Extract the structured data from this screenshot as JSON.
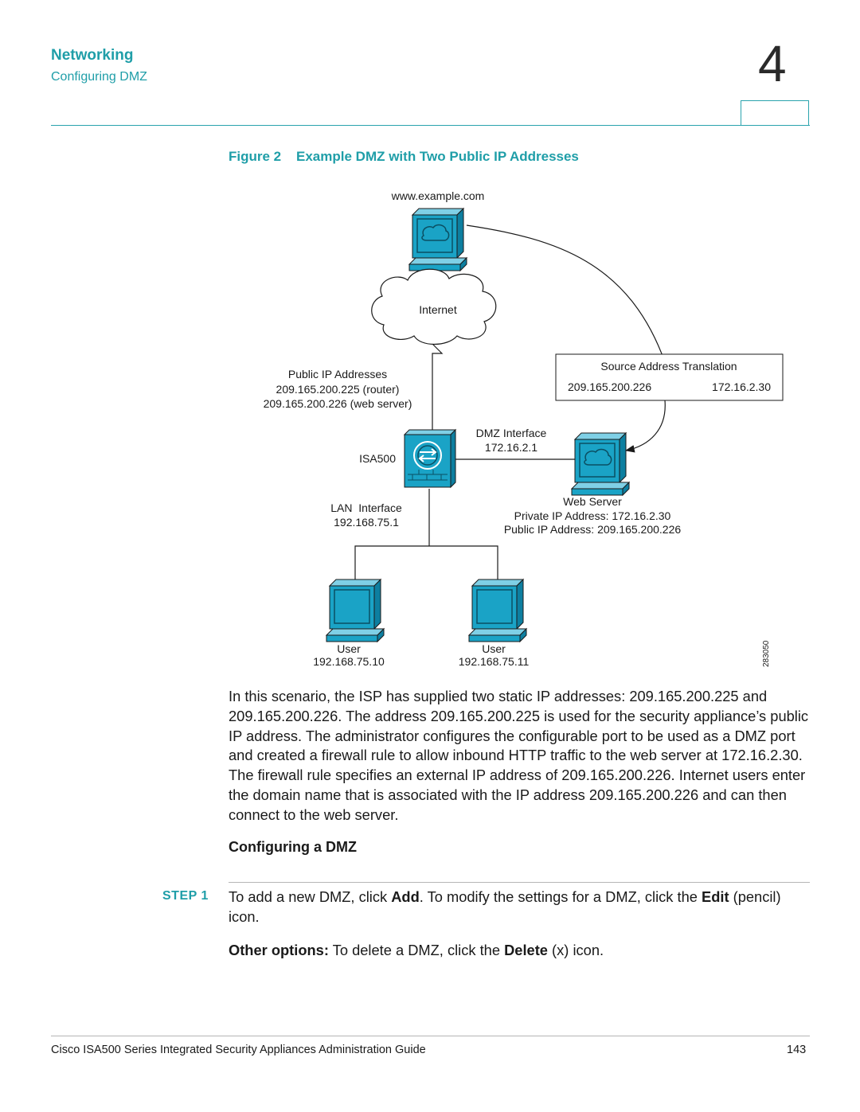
{
  "header": {
    "section": "Networking",
    "subsection": "Configuring DMZ",
    "chapter_number": "4"
  },
  "figure": {
    "caption": "Figure 2    Example DMZ with Two Public IP Addresses",
    "labels": {
      "website": "www.example.com",
      "internet": "Internet",
      "public_ip_heading": "Public IP Addresses",
      "public_ip_router": "209.165.200.225 (router)",
      "public_ip_web": "209.165.200.226 (web server)",
      "sat_title": "Source Address Translation",
      "sat_public": "209.165.200.226",
      "sat_private": "172.16.2.30",
      "dmz_interface": "DMZ Interface",
      "dmz_ip": "172.16.2.1",
      "isa500": "ISA500",
      "lan_interface": "LAN  Interface",
      "lan_ip": "192.168.75.1",
      "web_server": "Web Server",
      "web_private": "Private IP Address: 172.16.2.30",
      "web_public": "Public IP Address: 209.165.200.226",
      "user1": "User",
      "user1_ip": "192.168.75.10",
      "user2": "User",
      "user2_ip": "192.168.75.11",
      "figure_id": "283050"
    },
    "colors": {
      "device": "#1aa3c6",
      "line": "#1a1a1a"
    }
  },
  "body": {
    "paragraph": "In this scenario, the ISP has supplied two static IP addresses: 209.165.200.225 and 209.165.200.226. The address 209.165.200.225 is used for the security appliance’s public IP address. The administrator configures the configurable port to be used as a DMZ port and created a firewall rule to allow inbound HTTP traffic to the web server at 172.16.2.30. The firewall rule specifies an external IP address of 209.165.200.226. Internet users enter the domain name that is associated with the IP address 209.165.200.226 and can then connect to the web server.",
    "subheading": "Configuring a DMZ",
    "step_label": "STEP 1",
    "step": {
      "t1": "To add a new DMZ, click ",
      "b1": "Add",
      "t2": ". To modify the settings for a DMZ, click the ",
      "b2": "Edit",
      "t3": " (pencil) icon."
    },
    "other": {
      "b1": "Other options:",
      "t1": " To delete a DMZ, click the ",
      "b2": "Delete",
      "t2": " (x) icon."
    }
  },
  "footer": {
    "title": "Cisco ISA500 Series Integrated Security Appliances Administration Guide",
    "page": "143"
  }
}
